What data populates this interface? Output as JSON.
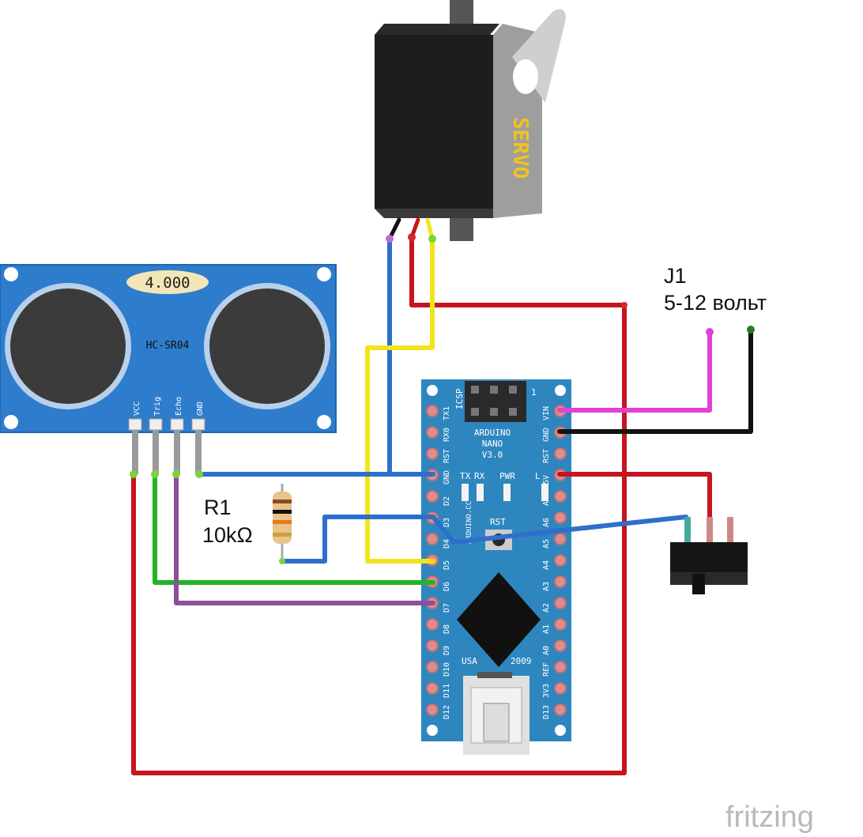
{
  "servo": {
    "label": "SERVO"
  },
  "sensor": {
    "display": "4.000",
    "model": "HC-SR04",
    "pins": [
      "VCC",
      "Trig",
      "Echo",
      "GND"
    ]
  },
  "arduino": {
    "header": "ICSP",
    "header_num": "1",
    "name_line1": "ARDUINO",
    "name_line2": "NANO",
    "name_line3": "V3.0",
    "leds": [
      "TX",
      "RX",
      "PWR",
      "L"
    ],
    "rst": "RST",
    "site": "ARDUINO.CC",
    "usa": "USA",
    "year": "2009",
    "left_pins": [
      "TX1",
      "RX0",
      "RST",
      "GND",
      "D2",
      "D3",
      "D4",
      "D5",
      "D6",
      "D7",
      "D8",
      "D9",
      "D10",
      "D11",
      "D12"
    ],
    "right_pins": [
      "VIN",
      "GND",
      "RST",
      "5V",
      "A7",
      "A6",
      "A5",
      "A4",
      "A3",
      "A2",
      "A1",
      "A0",
      "REF",
      "3V3",
      "D13"
    ]
  },
  "resistor": {
    "name": "R1",
    "value": "10kΩ"
  },
  "power": {
    "name": "J1",
    "voltage": "5-12 вольт"
  },
  "watermark": "fritzing",
  "colors": {
    "red_wire": "#c8141c",
    "blue_wire": "#2f6fcc",
    "yellow_wire": "#f2e41a",
    "green_wire": "#22b426",
    "purple_wire": "#8c4f9a",
    "pink_wire": "#e43fd6",
    "black_wire": "#111111",
    "board": "#2e86bf"
  }
}
